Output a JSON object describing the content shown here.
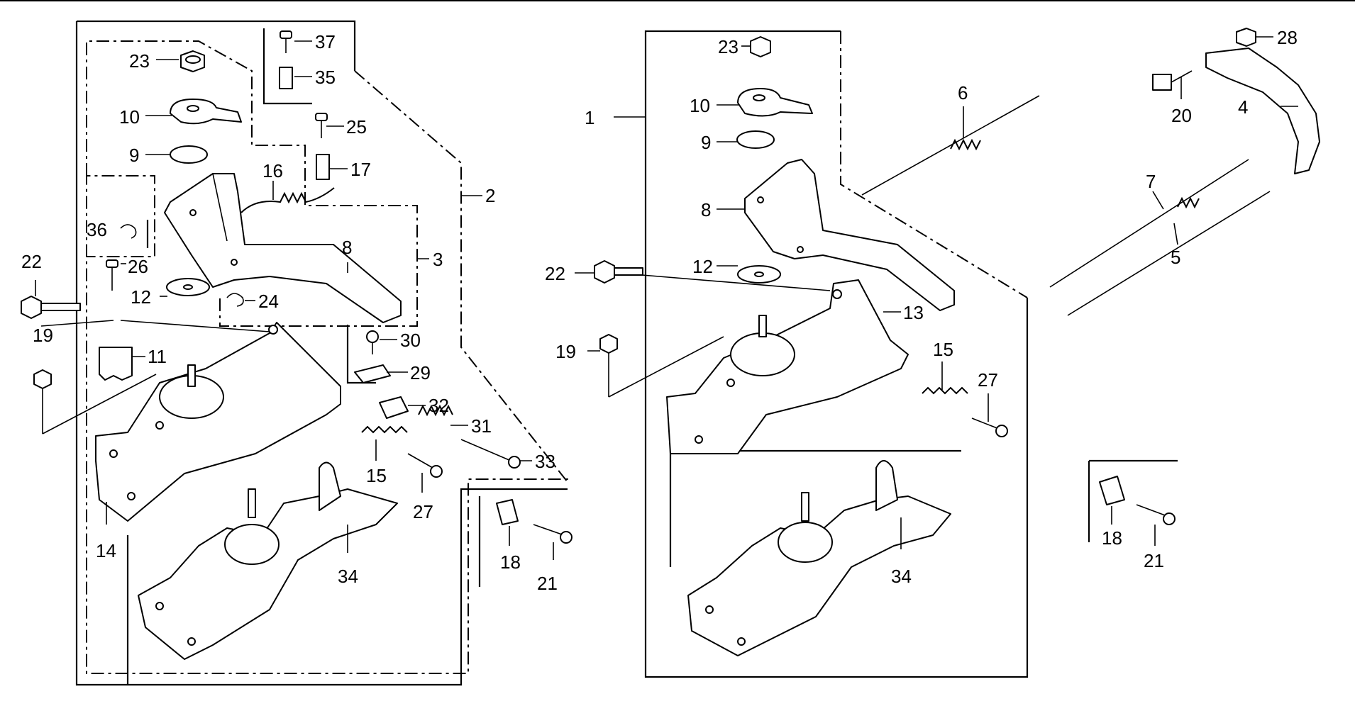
{
  "diagram": {
    "callouts": [
      "1",
      "2",
      "3",
      "4",
      "5",
      "6",
      "7",
      "8",
      "9",
      "10",
      "11",
      "12",
      "13",
      "14",
      "15",
      "16",
      "17",
      "18",
      "19",
      "20",
      "21",
      "22",
      "23",
      "24",
      "25",
      "26",
      "27",
      "28",
      "29",
      "30",
      "31",
      "32",
      "33",
      "34",
      "35",
      "36",
      "37"
    ],
    "left_group": {
      "c23": "23",
      "c10": "10",
      "c9": "9",
      "c37": "37",
      "c35": "35",
      "c25": "25",
      "c17": "17",
      "c16": "16",
      "c2": "2",
      "c36": "36",
      "c3": "3",
      "c8": "8",
      "c22": "22",
      "c26": "26",
      "c12": "12",
      "c24": "24",
      "c19": "19",
      "c11": "11",
      "c30": "30",
      "c29": "29",
      "c32": "32",
      "c31": "31",
      "c33": "33",
      "c15": "15",
      "c27": "27",
      "c14": "14",
      "c34": "34",
      "c18": "18",
      "c21": "21"
    },
    "right_group": {
      "c23": "23",
      "c10": "10",
      "c1": "1",
      "c9": "9",
      "c6": "6",
      "c8": "8",
      "c22": "22",
      "c12": "12",
      "c13": "13",
      "c19": "19",
      "c15": "15",
      "c27": "27",
      "c34": "34",
      "c28": "28",
      "c20": "20",
      "c4": "4",
      "c7": "7",
      "c5": "5",
      "c18": "18",
      "c21": "21"
    }
  }
}
